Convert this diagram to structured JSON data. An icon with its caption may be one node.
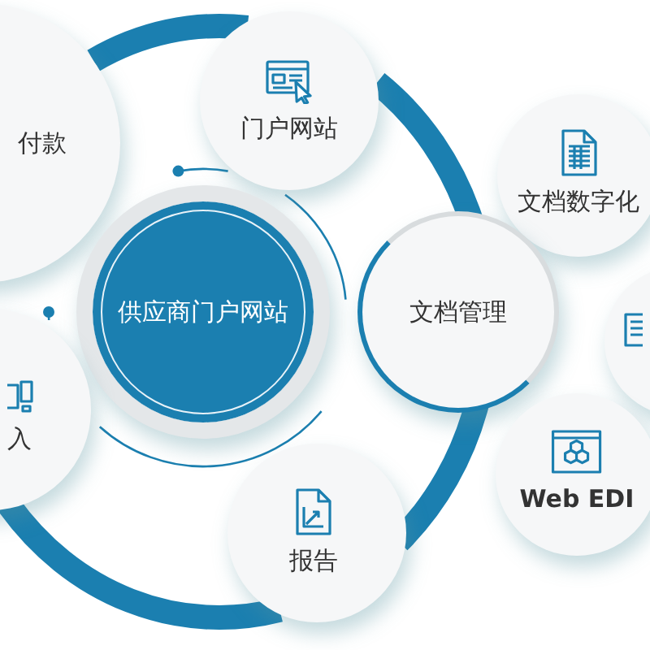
{
  "diagram": {
    "nodes": [
      {
        "text": [
          "门户网站"
        ]
      },
      {
        "text": [
          "付款"
        ]
      },
      {
        "text": [
          "文档数字化"
        ]
      },
      {
        "text": [
          "供应商门户网站"
        ]
      },
      {
        "text": [
          "文档管理"
        ]
      },
      {
        "text": [],
        "shape": "circle"
      },
      {
        "text": [
          "入"
        ]
      },
      {
        "text": [
          "Web EDI"
        ]
      },
      {
        "text": [
          "报告"
        ]
      }
    ]
  }
}
